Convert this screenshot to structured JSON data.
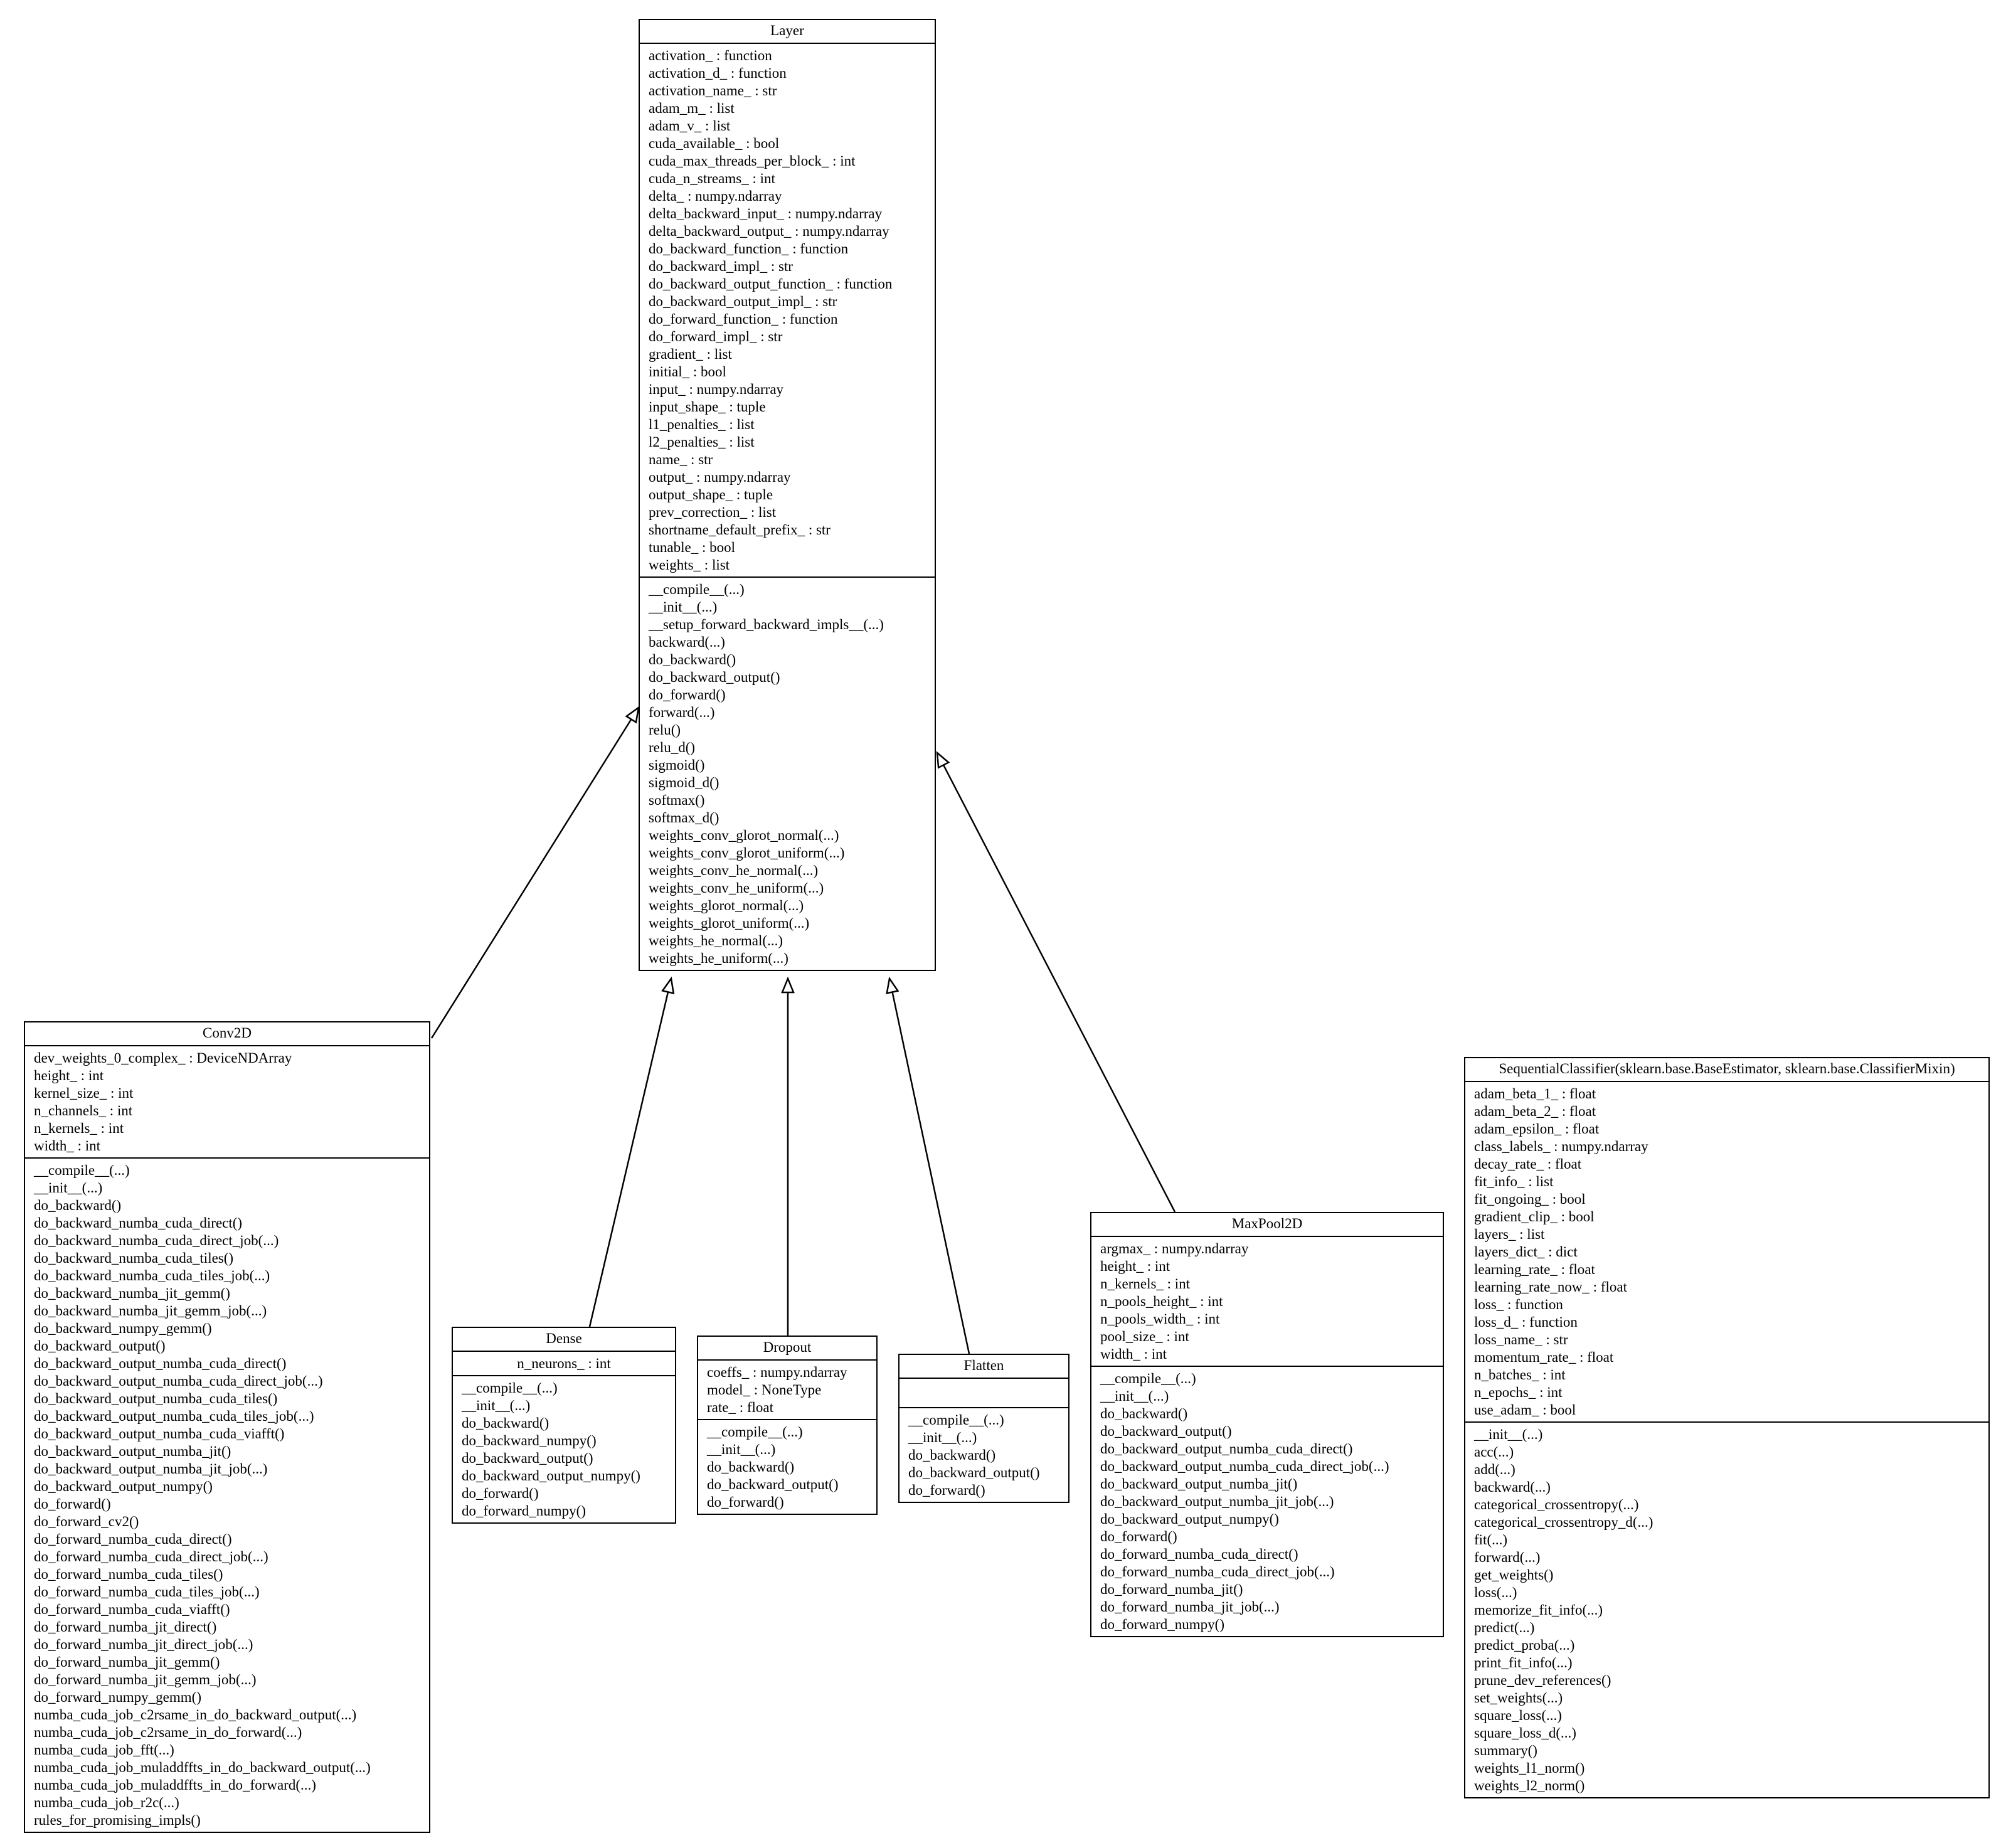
{
  "classes": {
    "layer": {
      "name": "Layer",
      "attributes": [
        "activation_ : function",
        "activation_d_ : function",
        "activation_name_ : str",
        "adam_m_ : list",
        "adam_v_ : list",
        "cuda_available_ : bool",
        "cuda_max_threads_per_block_ : int",
        "cuda_n_streams_ : int",
        "delta_ : numpy.ndarray",
        "delta_backward_input_ : numpy.ndarray",
        "delta_backward_output_ : numpy.ndarray",
        "do_backward_function_ : function",
        "do_backward_impl_ : str",
        "do_backward_output_function_ : function",
        "do_backward_output_impl_ : str",
        "do_forward_function_ : function",
        "do_forward_impl_ : str",
        "gradient_ : list",
        "initial_ : bool",
        "input_ : numpy.ndarray",
        "input_shape_ : tuple",
        "l1_penalties_ : list",
        "l2_penalties_ : list",
        "name_ : str",
        "output_ : numpy.ndarray",
        "output_shape_ : tuple",
        "prev_correction_ : list",
        "shortname_default_prefix_ : str",
        "tunable_ : bool",
        "weights_ : list"
      ],
      "methods": [
        "__compile__(...)",
        "__init__(...)",
        "__setup_forward_backward_impls__(...)",
        "backward(...)",
        "do_backward()",
        "do_backward_output()",
        "do_forward()",
        "forward(...)",
        "relu()",
        "relu_d()",
        "sigmoid()",
        "sigmoid_d()",
        "softmax()",
        "softmax_d()",
        "weights_conv_glorot_normal(...)",
        "weights_conv_glorot_uniform(...)",
        "weights_conv_he_normal(...)",
        "weights_conv_he_uniform(...)",
        "weights_glorot_normal(...)",
        "weights_glorot_uniform(...)",
        "weights_he_normal(...)",
        "weights_he_uniform(...)"
      ]
    },
    "conv2d": {
      "name": "Conv2D",
      "attributes": [
        "dev_weights_0_complex_ : DeviceNDArray",
        "height_ : int",
        "kernel_size_ : int",
        "n_channels_ : int",
        "n_kernels_ : int",
        "width_ : int"
      ],
      "methods": [
        "__compile__(...)",
        "__init__(...)",
        "do_backward()",
        "do_backward_numba_cuda_direct()",
        "do_backward_numba_cuda_direct_job(...)",
        "do_backward_numba_cuda_tiles()",
        "do_backward_numba_cuda_tiles_job(...)",
        "do_backward_numba_jit_gemm()",
        "do_backward_numba_jit_gemm_job(...)",
        "do_backward_numpy_gemm()",
        "do_backward_output()",
        "do_backward_output_numba_cuda_direct()",
        "do_backward_output_numba_cuda_direct_job(...)",
        "do_backward_output_numba_cuda_tiles()",
        "do_backward_output_numba_cuda_tiles_job(...)",
        "do_backward_output_numba_cuda_viafft()",
        "do_backward_output_numba_jit()",
        "do_backward_output_numba_jit_job(...)",
        "do_backward_output_numpy()",
        "do_forward()",
        "do_forward_cv2()",
        "do_forward_numba_cuda_direct()",
        "do_forward_numba_cuda_direct_job(...)",
        "do_forward_numba_cuda_tiles()",
        "do_forward_numba_cuda_tiles_job(...)",
        "do_forward_numba_cuda_viafft()",
        "do_forward_numba_jit_direct()",
        "do_forward_numba_jit_direct_job(...)",
        "do_forward_numba_jit_gemm()",
        "do_forward_numba_jit_gemm_job(...)",
        "do_forward_numpy_gemm()",
        "numba_cuda_job_c2rsame_in_do_backward_output(...)",
        "numba_cuda_job_c2rsame_in_do_forward(...)",
        "numba_cuda_job_fft(...)",
        "numba_cuda_job_muladdffts_in_do_backward_output(...)",
        "numba_cuda_job_muladdffts_in_do_forward(...)",
        "numba_cuda_job_r2c(...)",
        "rules_for_promising_impls()"
      ]
    },
    "dense": {
      "name": "Dense",
      "attributes": [
        "n_neurons_ : int"
      ],
      "methods": [
        "__compile__(...)",
        "__init__(...)",
        "do_backward()",
        "do_backward_numpy()",
        "do_backward_output()",
        "do_backward_output_numpy()",
        "do_forward()",
        "do_forward_numpy()"
      ]
    },
    "dropout": {
      "name": "Dropout",
      "attributes": [
        "coeffs_ : numpy.ndarray",
        "model_ : NoneType",
        "rate_ : float"
      ],
      "methods": [
        "__compile__(...)",
        "__init__(...)",
        "do_backward()",
        "do_backward_output()",
        "do_forward()"
      ]
    },
    "flatten": {
      "name": "Flatten",
      "attributes": [],
      "methods": [
        "__compile__(...)",
        "__init__(...)",
        "do_backward()",
        "do_backward_output()",
        "do_forward()"
      ]
    },
    "maxpool2d": {
      "name": "MaxPool2D",
      "attributes": [
        "argmax_ : numpy.ndarray",
        "height_ : int",
        "n_kernels_ : int",
        "n_pools_height_ : int",
        "n_pools_width_ : int",
        "pool_size_ : int",
        "width_ : int"
      ],
      "methods": [
        "__compile__(...)",
        "__init__(...)",
        "do_backward()",
        "do_backward_output()",
        "do_backward_output_numba_cuda_direct()",
        "do_backward_output_numba_cuda_direct_job(...)",
        "do_backward_output_numba_jit()",
        "do_backward_output_numba_jit_job(...)",
        "do_backward_output_numpy()",
        "do_forward()",
        "do_forward_numba_cuda_direct()",
        "do_forward_numba_cuda_direct_job(...)",
        "do_forward_numba_jit()",
        "do_forward_numba_jit_job(...)",
        "do_forward_numpy()"
      ]
    },
    "sequential_classifier": {
      "name": "SequentialClassifier(sklearn.base.BaseEstimator, sklearn.base.ClassifierMixin)",
      "attributes": [
        "adam_beta_1_ : float",
        "adam_beta_2_ : float",
        "adam_epsilon_ : float",
        "class_labels_ : numpy.ndarray",
        "decay_rate_ : float",
        "fit_info_ : list",
        "fit_ongoing_ : bool",
        "gradient_clip_ : bool",
        "layers_ : list",
        "layers_dict_ : dict",
        "learning_rate_ : float",
        "learning_rate_now_ : float",
        "loss_ : function",
        "loss_d_ : function",
        "loss_name_ : str",
        "momentum_rate_ : float",
        "n_batches_ : int",
        "n_epochs_ : int",
        "use_adam_ : bool"
      ],
      "methods": [
        "__init__(...)",
        "acc(...)",
        "add(...)",
        "backward(...)",
        "categorical_crossentropy(...)",
        "categorical_crossentropy_d(...)",
        "fit(...)",
        "forward(...)",
        "get_weights()",
        "loss(...)",
        "memorize_fit_info(...)",
        "predict(...)",
        "predict_proba(...)",
        "print_fit_info(...)",
        "prune_dev_references()",
        "set_weights(...)",
        "square_loss(...)",
        "square_loss_d(...)",
        "summary()",
        "weights_l1_norm()",
        "weights_l2_norm()"
      ]
    }
  },
  "inheritance": [
    {
      "child": "conv2d",
      "parent": "layer"
    },
    {
      "child": "dense",
      "parent": "layer"
    },
    {
      "child": "dropout",
      "parent": "layer"
    },
    {
      "child": "flatten",
      "parent": "layer"
    },
    {
      "child": "maxpool2d",
      "parent": "layer"
    }
  ]
}
